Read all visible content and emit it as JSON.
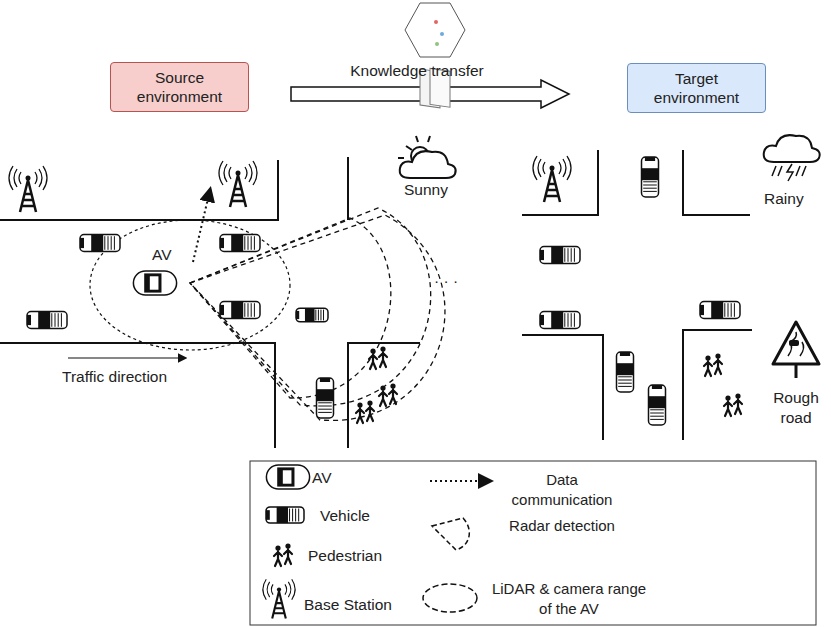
{
  "diagram": {
    "nodes": [
      {
        "text": [
          "Source environment"
        ]
      },
      {
        "text": [
          "Target environment"
        ]
      }
    ],
    "edges": [
      {
        "from": 0,
        "to": 1,
        "arrow": "to",
        "label": "Knowledge transfer"
      }
    ],
    "labels": [
      "Sunny",
      "Rainy",
      "Rough road",
      "AV",
      "Traffic direction",
      "· · ·"
    ],
    "legend": [
      {
        "text": "AV"
      },
      {
        "text": "Vehicle"
      },
      {
        "text": "Pedestrian"
      },
      {
        "text": "Base Station"
      },
      {
        "text": "Data communication"
      },
      {
        "text": "Radar detection"
      },
      {
        "text": "LiDAR & camera range of the AV"
      }
    ]
  }
}
